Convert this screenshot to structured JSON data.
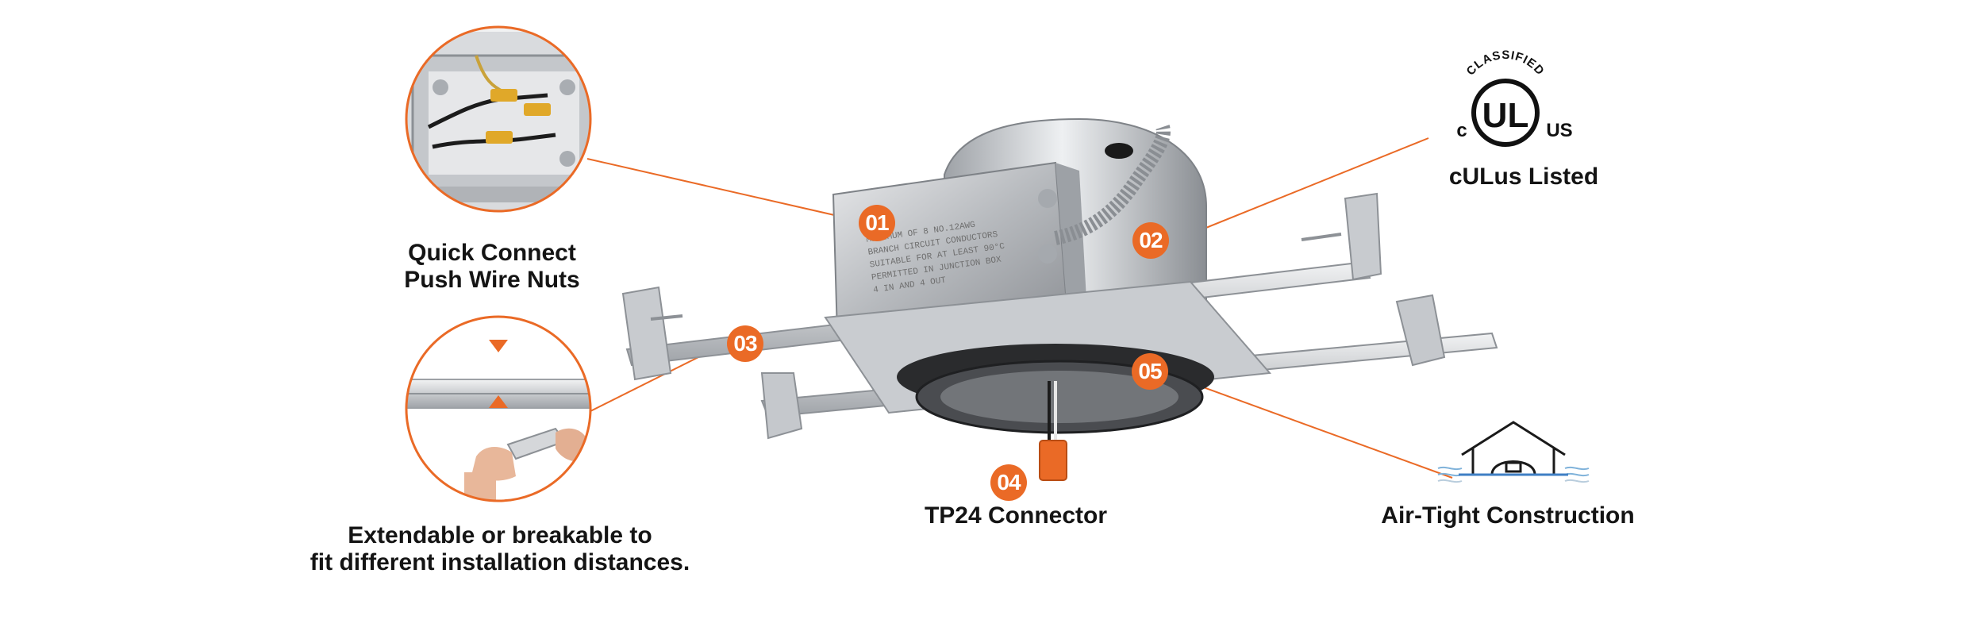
{
  "features": {
    "quick_connect": {
      "badge": "01",
      "line1": "Quick Connect",
      "line2": "Push Wire Nuts"
    },
    "flex_conduit": {
      "badge": "02"
    },
    "bar_hangers": {
      "badge": "03",
      "line1": "Extendable or breakable to",
      "line2": "fit different installation distances."
    },
    "tp24": {
      "badge": "04",
      "label": "TP24 Connector"
    },
    "air_tight": {
      "badge": "05",
      "label": "Air-Tight Construction"
    }
  },
  "certification": {
    "top_text": "CLASSIFIED",
    "left_letter": "c",
    "mark": "UL",
    "right_letters": "US",
    "label": "cULus Listed"
  },
  "junction_box_text": [
    "MINIMUM OF 8 NO.12AWG",
    "BRANCH CIRCUIT CONDUCTORS",
    "SUITABLE FOR AT LEAST 90°C",
    "PERMITTED IN JUNCTION BOX",
    "4 IN AND 4 OUT"
  ],
  "colors": {
    "accent": "#ea6a26",
    "text": "#141414",
    "metal": "#b9bcc0"
  }
}
